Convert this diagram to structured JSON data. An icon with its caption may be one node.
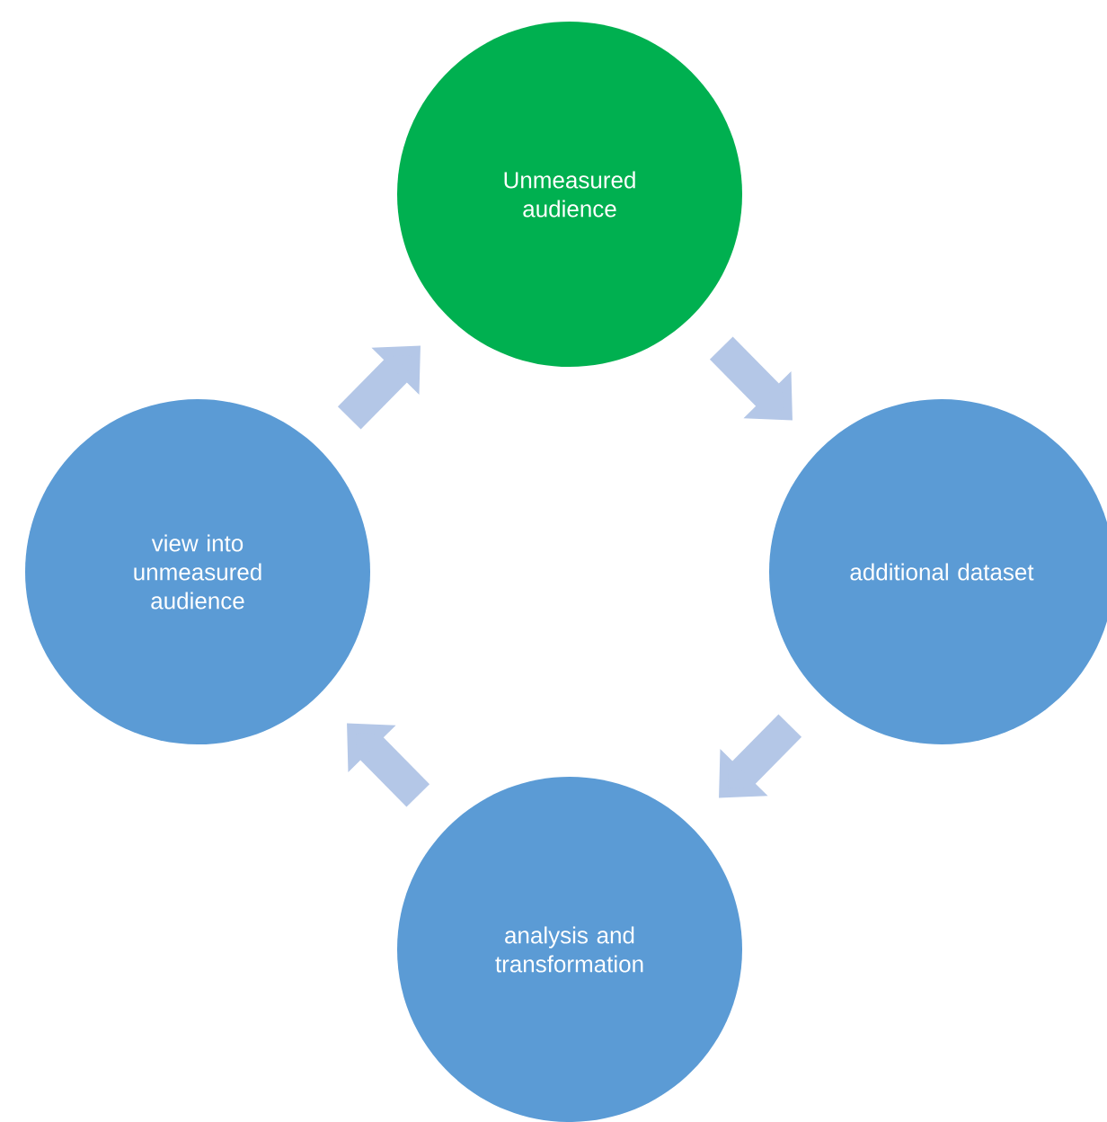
{
  "diagram": {
    "nodes": [
      {
        "text": [
          "Unmeasured audience"
        ]
      },
      {
        "text": [
          "additional dataset"
        ]
      },
      {
        "text": [
          "analysis and transformation"
        ]
      },
      {
        "text": [
          "view into unmeasured audience"
        ]
      }
    ],
    "edges": [
      {
        "from": 0,
        "to": 1,
        "arrow": "to"
      },
      {
        "from": 1,
        "to": 2,
        "arrow": "to"
      },
      {
        "from": 2,
        "to": 3,
        "arrow": "to"
      },
      {
        "from": 3,
        "to": 0,
        "arrow": "to"
      }
    ]
  }
}
